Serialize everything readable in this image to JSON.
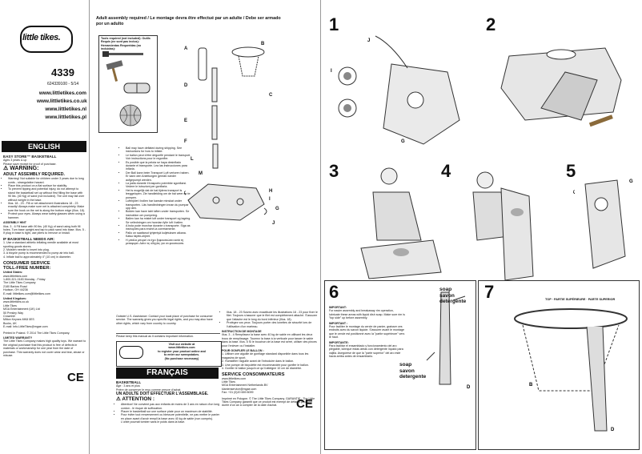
{
  "left": {
    "brand": "little tikes.",
    "model": "4339",
    "part_number": "624339100 - 5/14",
    "websites": [
      "www.littletikes.com",
      "www.littletikes.co.uk",
      "www.littletikes.nl",
      "www.littletikes.pl"
    ],
    "lang_header": "ENGLISH",
    "product_title": "EASY STORE™ BASKETBALL",
    "ages": "Ages 3 years & up",
    "keep_note": "Please save receipt for proof of purchase.",
    "warning": "WARNING:",
    "adult_assembly": "ADULT ASSEMBLY REQUIRED.",
    "bullets": [
      "Warning! Not suitable for children under 3 years due to long cords - strangulation hazard.",
      "Place this product on a flat surface for stability.",
      "To prevent tipping and potential injury, do not attempt to stand the basketball set up without first filling the base with 90 lbs. (40 Kg) of sand (not included). The unit may fall over without weight in the base.",
      "Illus. 18 - 23 - Fill or net attachment illustrations 18 - 23 exactly! Always make sure net is attached completely. Make sure the hook on the net is along the bottom edge (Illus. 18).",
      "Protect your eyes. Always wear safety glasses when using a hammer."
    ],
    "assembly_hint_title": "ASSEMBLY HINT",
    "assembly_hint": "Illus. 3 - 6 Fill base with 90 lbs. (40 Kg) of sand using both fill holes. Turn base upright and tap to pack sand into base. Illus. 5 - If plug in base is tight, use pliers to remove or install.",
    "air_title": "IF BASKETBALL NEEDS AIR:",
    "air_steps": [
      "1. Use a standard athletic inflating needle available at most sporting goods stores.",
      "2. Moisten needle to insert into plug.",
      "3. A bicycle pump is recommended to pump air into ball.",
      "4. Inflate ball to approximately 4\" (10 cm) in diameter."
    ],
    "cs_title": "CONSUMER SERVICE",
    "cs_toll": "TOLL-FREE NUMBER:",
    "us_title": "United States:",
    "us_lines": [
      "www.littletikes.com",
      "1-800-321-0183  Monday - Friday",
      "The Little Tikes Company",
      "2180 Barlow Road",
      "Hudson, OH 44236",
      "E-mail: littletikes.com@littletikes.com"
    ],
    "uk_title": "United Kingdom:",
    "uk_lines": [
      "www.littletikes.co.uk",
      "Little Tikes",
      "MGA Entertainment (UK) Ltd",
      "50 Presley Way",
      "Crownhill",
      "Milton Keynes MK8 0ES",
      "Bucks, UK",
      "E-mail: Info.LittleTikes@mgae.com"
    ],
    "ce": "CE",
    "fine_print_1": "Printed in Poland. © 2014 The Little Tikes Company.",
    "warranty_title": "LIMITED WARRANTY",
    "warranty_text": "The Little Tikes Company makes high quality toys. We warrant to the original purchaser that this product is free of defects in materials or workmanship for one year from the date of purchase. This warranty does not cover wear and tear, abuse or misuse."
  },
  "middle": {
    "title": "Adult assembly required / Le montage devra être effectué par un adulte / Debe ser armado por un adulto",
    "tools_label": "Tools required (not included): Outils Requis (ne sont pas inclus): Herramientas Requeridas (no incluidas):",
    "parts": [
      "A",
      "B",
      "C",
      "D",
      "E",
      "F",
      "G",
      "H",
      "I",
      "J",
      "K",
      "L",
      "M"
    ],
    "ball_notes": [
      "Ball may have deflated during shipping. See instructions for how to inflate.",
      "Le ballon peut s'être dégonflé pendant le transport. Voir instructions pour le regonfler.",
      "Es posible que la pelota se haya desinflado durante el transporte. Lea las instrucciones para inflarla.",
      "Der Ball kann beim Transport Luft verloren haben. Er kann den Anleitungen gemäß wieder aufgepumpt werden.",
      "La palla durante il trasporto potrebbe sgonfiarsi. Vedere le istruzioni per gonfiarla.",
      "Het is mogelijk dat de bal tijdens transport is leeggelopen. Zie handleiding om de bal weer op te pompen.",
      "Luftmjölet i bollen har kanske minskat under transporten. Läs handledningen innan du pumpar upp den.",
      "Bolden kan have tabt luften under transporten. Se instruktion om pumpning.",
      "Ballen kan ha mistet luft under transport og lagring. Se veiledningen om hvordan fylle luft i ballen.",
      "A bola pode murchar durante o transporte. Siga as instruções para enchê-la corretamente.",
      "Pallo on saattanut tyhjentyä kuljetuksen aikana. Katso täyttö-ohjeet.",
      "Η μπάλα μπορεί να έχει ξεφουσκώσει κατά τη μεταφορά. Δείτε τις οδηγίες για να φουσκώσει."
    ],
    "fine_print": "Outside U.S. Assistance: Contact your local place of purchase for consumer service. The warranty gives you specific legal rights, and you may also have other rights, which vary from country to country.",
    "keep_note": "Please keep this manual as it contains important information.",
    "web_box_line1": "Visit our website at",
    "web_box_line2": "www.littletikes.com",
    "web_box_line3": "to register your product online and",
    "web_box_line4": "to enter our sweepstakes.",
    "web_box_line5": "(No purchase necessary)",
    "lang_header": "FRANÇAIS",
    "fr_title": "BASKETBALL",
    "fr_ages": "Âge : 3 ans et plus",
    "fr_keep": "Prière de conserver le reçu comme preuve d'achat.",
    "fr_adult": "UN ADULTE DOIT EFFECTUER L'ASSEMBLAGE.",
    "fr_attention": "ATTENTION :",
    "fr_bullets": [
      "Attention! Ne convient pas aux enfants de moins de 3 ans en raison d'un long cordon - le risque de suffocation.",
      "Placer le basketball sur une surface plate pour un maximum de stabilité.",
      "Pour éviter tout renversement ou blessure potentielle, ne pas mettre le panier en place avant d'avoir rempli la base avec 40 kg de sable (non compris). L'unité pourrait tomber sans le poids dans la base."
    ],
    "col2_bullets": [
      "Illus. 18 - 23 Suivez avec exactitude les illustrations 18 - 23 pour fixer le filet. Toujours s'assurer que le filet est complètement attaché. S'assurer que l'attache est le long du bord inférieur (Illus. 18).",
      "Protégez vos yeux. Toujours porter des lunettes de sécurité lors de l'utilisation d'un marteau."
    ],
    "fr_hint_title": "INSTRUCTION DE MONTAGE",
    "fr_hint": "Illus. 3 - 4 Remplissez la base avec 40 kg de sable en utilisant les deux trous de remplissage. Tournez la base à la verticale pour tasser le sable dans la base. Illus. 5 Si le bouchon de la base est serré, utiliser des pinces pour l'enlever ou l'installer.",
    "fr_air_title": "POUR GONFLER LE BALLON :",
    "fr_air_steps": [
      "1. Utiliser une aiguille de gonflage standard disponible dans tous les magasins de sport.",
      "2. Humidifier l'aiguille avant de l'introduire dans le ballon.",
      "3. Une pompe de bicyclette est recommandée pour gonfler le ballon.",
      "4. Gonfler le ballon jusqu'à ce qu'il atteigne 10 cm de diamètre."
    ],
    "fr_cs_title": "SERVICE CONSOMMATEURS",
    "fr_cs_lines": [
      "www.littletikes.com",
      "Little Tikes",
      "MGA Entertainment Netherlands BV",
      "klantenservice@mgae.com",
      "Fax: +31 (0)20 659 8099"
    ],
    "ce": "CE",
    "fr_fine": "Imprimé en Pologne. © The Little Tikes Company. GARANTIE : The Little Tikes Company garantit que ce produit est exempt de défauts pour une durée d'un an à compter de la date d'achat."
  },
  "right": {
    "panels": [
      "1",
      "2",
      "3",
      "4",
      "5",
      "6",
      "7"
    ],
    "part_labels": {
      "p1_j": "J",
      "p1_i": "I",
      "p1_g": "G",
      "p5_k": "K",
      "p5_g": "G",
      "p6_d": "D",
      "p7_b": "B",
      "p7_d": "D"
    },
    "p6_label1": "soap\nsavon\ndetergente",
    "p6_label2": "soap\nsavon\ndetergente",
    "p6_important_en_title": "IMPORTANT:",
    "p6_important_en": "For easier assembly and breakaway rim operation, lubricate these areas with liquid dish soap. Make sure rim is \"top side\" up before assembly.",
    "p6_important_fr_title": "IMPORTANT :",
    "p6_important_fr": "Pour faciliter le montage du cercle de panier, graisser ces endroits avec du savon liquide. S'assurer avant le montage que le cercle est positionné avec la \"partie supérieure\" vers le haut.",
    "p6_important_es_title": "IMPORTANTE:",
    "p6_important_es": "Para facilitar el ensamblado y funcionamiento del aro plegable, lubrique estas áreas con detergente líquido para vajilla. Asegúrese de que la \"parte superior\" del aro esté hacia arriba antes de ensamblarlo.",
    "p7_top_label": "TOP · PARTIE SUPÉRIEURE · PARTE SUPERIOR"
  }
}
